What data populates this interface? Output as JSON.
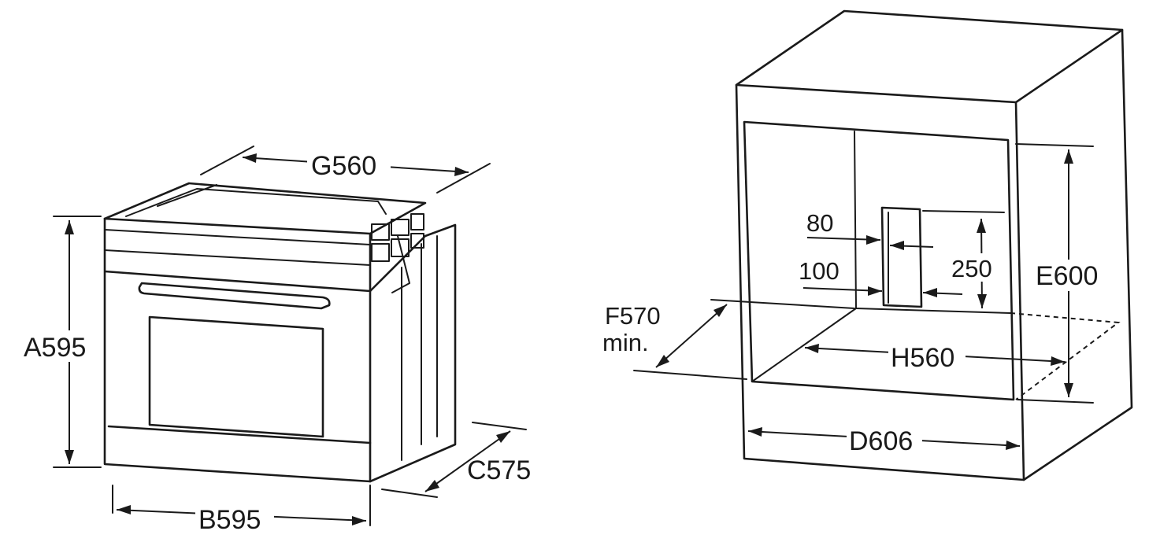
{
  "oven_dimensions": {
    "height": "A595",
    "width": "B595",
    "depth": "C575",
    "top_width": "G560"
  },
  "cabinet_dimensions": {
    "depth": "D606",
    "height": "E600",
    "min_depth_value": "F570",
    "min_depth_suffix": "min.",
    "width": "H560",
    "opening_offset_top": "80",
    "opening_offset_side": "100",
    "opening_height": "250"
  },
  "colors": {
    "line": "#1a1a1a",
    "background": "#ffffff"
  }
}
